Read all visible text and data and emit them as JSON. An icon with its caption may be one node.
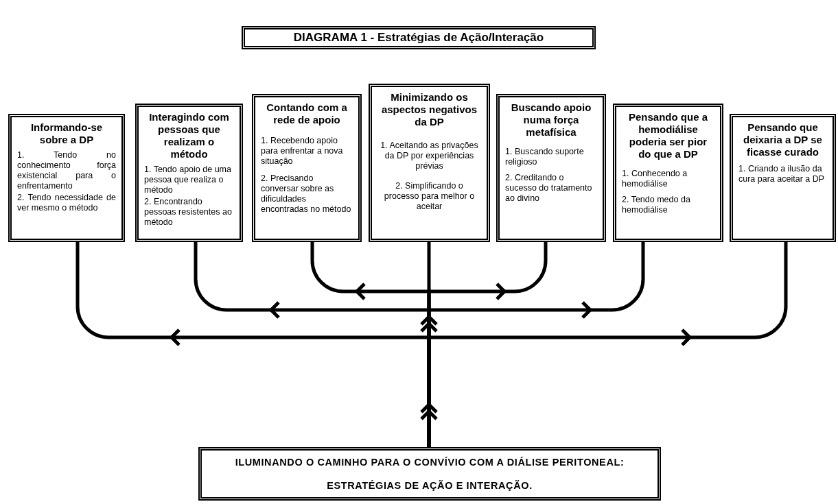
{
  "diagram": {
    "title": "DIAGRAMA 1 - Estratégias de Ação/Interação",
    "nodes": [
      {
        "text": [
          "Informando-se sobre a DP",
          "1. Tendo no conhecimento força existencial para o enfrentamento",
          "2. Tendo necessidade de ver mesmo o método"
        ]
      },
      {
        "text": [
          "Interagindo com pessoas que realizam o método",
          "1. Tendo apoio de uma pessoa que realiza o método",
          "2. Encontrando pessoas resistentes ao método"
        ]
      },
      {
        "text": [
          "Contando com a rede de apoio",
          "1. Recebendo apoio para enfrentar a nova situação",
          "2. Precisando conversar sobre as dificuldades encontradas no método"
        ]
      },
      {
        "text": [
          "Minimizando os aspectos negativos da DP",
          "1. Aceitando as privações da DP por experiências prévias",
          "2. Simplificando o processo para melhor o aceitar"
        ]
      },
      {
        "text": [
          "Buscando apoio numa força metafísica",
          "1. Buscando suporte religioso",
          "2. Creditando o sucesso do tratamento ao divino"
        ]
      },
      {
        "text": [
          "Pensando que a hemodiálise poderia ser pior do que a DP",
          "1. Conhecendo a hemodiálise",
          "2. Tendo medo da hemodiálise"
        ]
      },
      {
        "text": [
          "Pensando que deixaria a DP se ficasse curado",
          "1. Criando a ilusão da cura para aceitar a DP"
        ]
      },
      {
        "text": [
          "ILUMINANDO O CAMINHO PARA O CONVÍVIO COM A DIÁLISE PERITONEAL: ESTRATÉGIAS DE AÇÃO E INTERAÇÃO."
        ]
      }
    ],
    "edges": [
      {
        "from": 7,
        "to": 0,
        "arrow": "to"
      },
      {
        "from": 7,
        "to": 1,
        "arrow": "to"
      },
      {
        "from": 7,
        "to": 2,
        "arrow": "to"
      },
      {
        "from": 7,
        "to": 3,
        "arrow": "to"
      },
      {
        "from": 7,
        "to": 4,
        "arrow": "to"
      },
      {
        "from": 7,
        "to": 5,
        "arrow": "to"
      },
      {
        "from": 7,
        "to": 6,
        "arrow": "to"
      }
    ]
  }
}
